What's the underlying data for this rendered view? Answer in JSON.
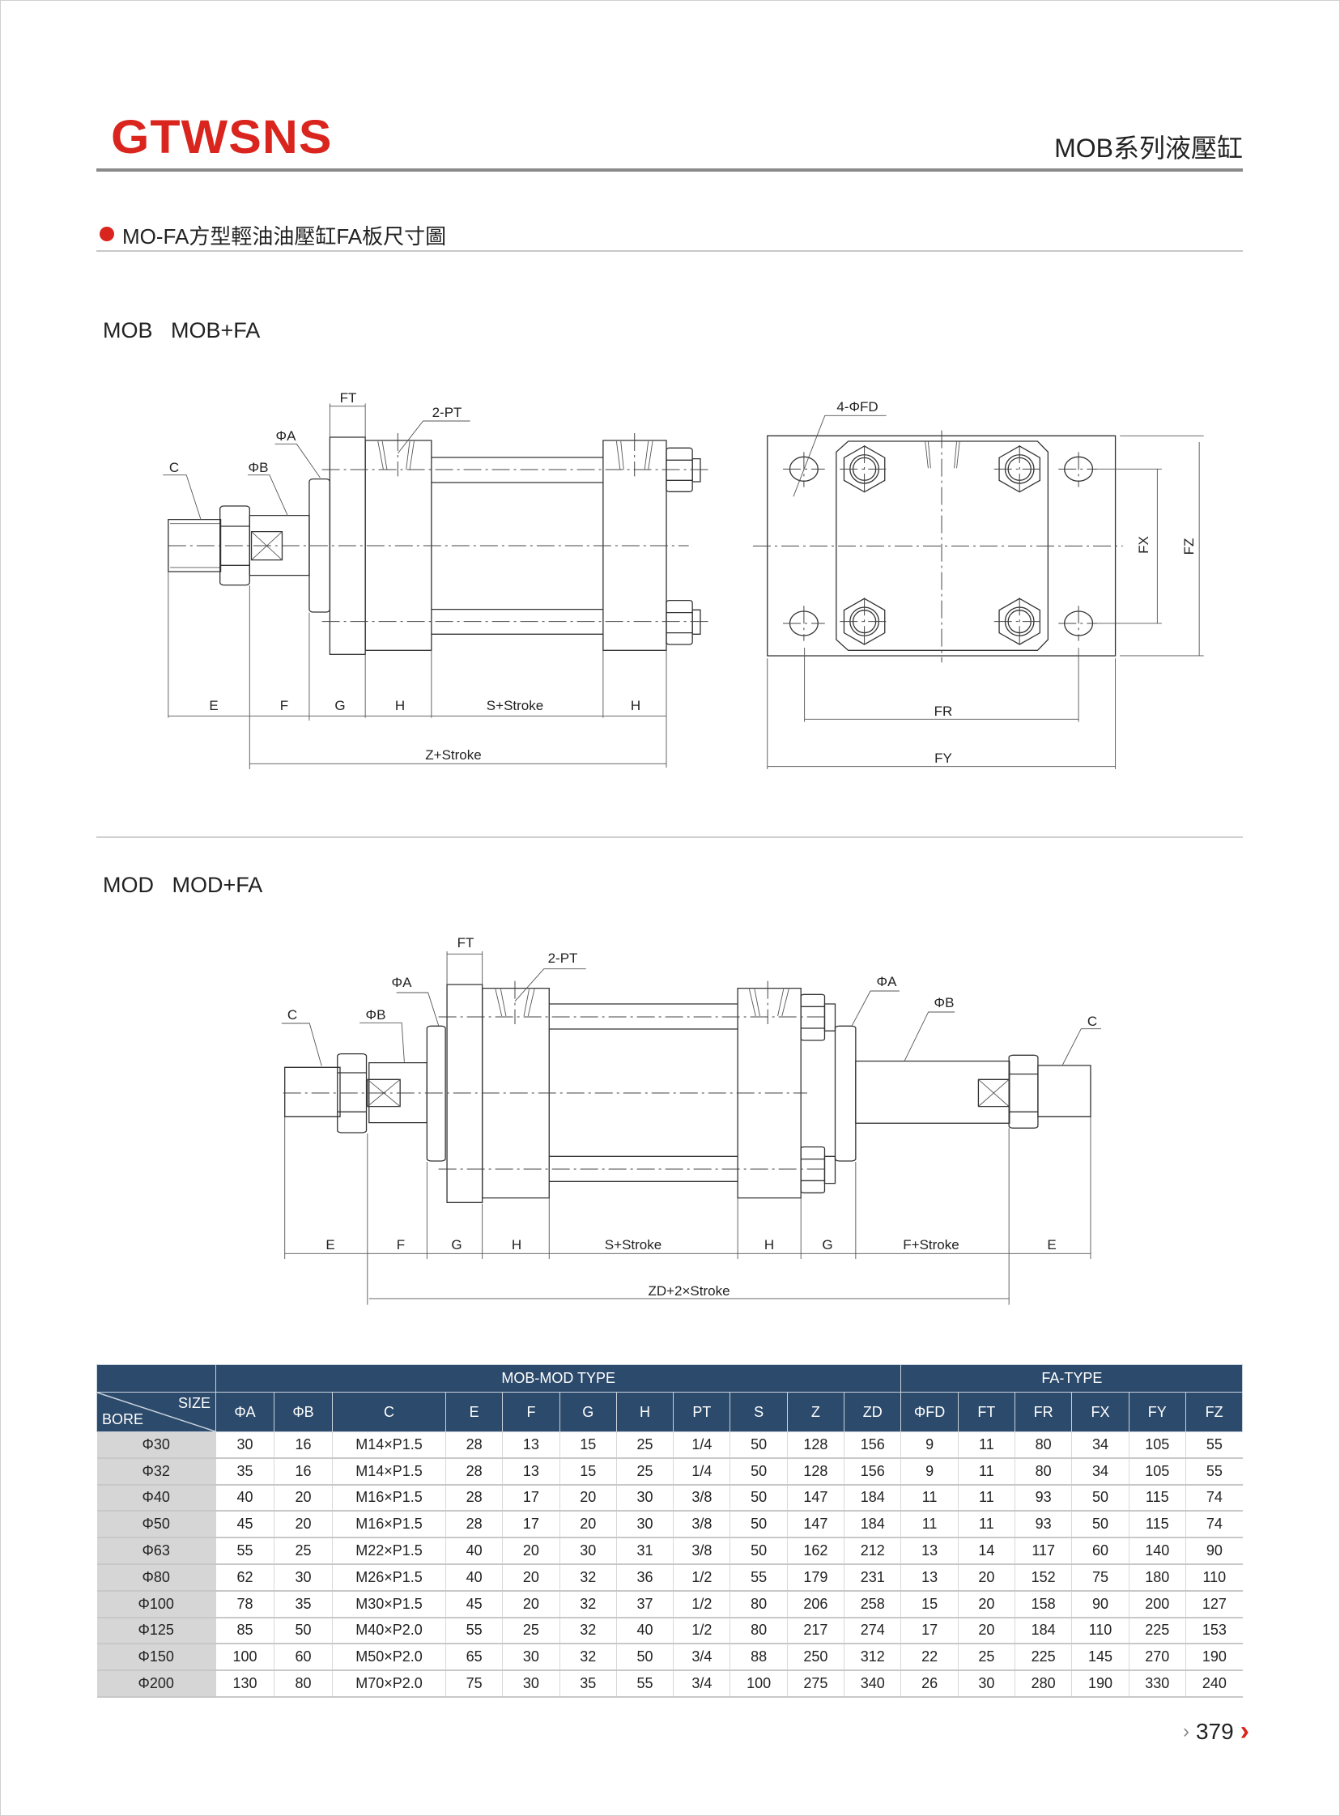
{
  "header": {
    "brand": "GTWSNS",
    "series_title": "MOB系列液壓缸"
  },
  "section": {
    "title": "MO-FA方型輕油油壓缸FA板尺寸圖"
  },
  "diagram1": {
    "title": "MOB   MOB+FA",
    "labels": {
      "ft": "FT",
      "pt": "2-PT",
      "phi_a": "ΦA",
      "phi_b": "ΦB",
      "c": "C",
      "e": "E",
      "f": "F",
      "g": "G",
      "h1": "H",
      "s_stroke": "S+Stroke",
      "h2": "H",
      "z_stroke": "Z+Stroke"
    },
    "front_labels": {
      "fd": "4-ΦFD",
      "fx": "FX",
      "fz": "FZ",
      "fr": "FR",
      "fy": "FY"
    }
  },
  "diagram2": {
    "title": "MOD   MOD+FA",
    "labels": {
      "ft": "FT",
      "pt": "2-PT",
      "phi_a_left": "ΦA",
      "phi_b_left": "ΦB",
      "c_left": "C",
      "phi_a_right": "ΦA",
      "phi_b_right": "ΦB",
      "c_right": "C",
      "e1": "E",
      "f1": "F",
      "g1": "G",
      "h1": "H",
      "s_stroke": "S+Stroke",
      "h2": "H",
      "g2": "G",
      "f_stroke": "F+Stroke",
      "e2": "E",
      "zd_stroke": "ZD+2×Stroke"
    }
  },
  "table": {
    "group_mob": "MOB-MOD TYPE",
    "group_fa": "FA-TYPE",
    "corner_size": "SIZE",
    "corner_bore": "BORE",
    "columns": [
      "ΦA",
      "ΦB",
      "C",
      "E",
      "F",
      "G",
      "H",
      "PT",
      "S",
      "Z",
      "ZD",
      "ΦFD",
      "FT",
      "FR",
      "FX",
      "FY",
      "FZ"
    ],
    "rows": [
      [
        "Φ30",
        "30",
        "16",
        "M14×P1.5",
        "28",
        "13",
        "15",
        "25",
        "1/4",
        "50",
        "128",
        "156",
        "9",
        "11",
        "80",
        "34",
        "105",
        "55"
      ],
      [
        "Φ32",
        "35",
        "16",
        "M14×P1.5",
        "28",
        "13",
        "15",
        "25",
        "1/4",
        "50",
        "128",
        "156",
        "9",
        "11",
        "80",
        "34",
        "105",
        "55"
      ],
      [
        "Φ40",
        "40",
        "20",
        "M16×P1.5",
        "28",
        "17",
        "20",
        "30",
        "3/8",
        "50",
        "147",
        "184",
        "11",
        "11",
        "93",
        "50",
        "115",
        "74"
      ],
      [
        "Φ50",
        "45",
        "20",
        "M16×P1.5",
        "28",
        "17",
        "20",
        "30",
        "3/8",
        "50",
        "147",
        "184",
        "11",
        "11",
        "93",
        "50",
        "115",
        "74"
      ],
      [
        "Φ63",
        "55",
        "25",
        "M22×P1.5",
        "40",
        "20",
        "30",
        "31",
        "3/8",
        "50",
        "162",
        "212",
        "13",
        "14",
        "117",
        "60",
        "140",
        "90"
      ],
      [
        "Φ80",
        "62",
        "30",
        "M26×P1.5",
        "40",
        "20",
        "32",
        "36",
        "1/2",
        "55",
        "179",
        "231",
        "13",
        "20",
        "152",
        "75",
        "180",
        "110"
      ],
      [
        "Φ100",
        "78",
        "35",
        "M30×P1.5",
        "45",
        "20",
        "32",
        "37",
        "1/2",
        "80",
        "206",
        "258",
        "15",
        "20",
        "158",
        "90",
        "200",
        "127"
      ],
      [
        "Φ125",
        "85",
        "50",
        "M40×P2.0",
        "55",
        "25",
        "32",
        "40",
        "1/2",
        "80",
        "217",
        "274",
        "17",
        "20",
        "184",
        "110",
        "225",
        "153"
      ],
      [
        "Φ150",
        "100",
        "60",
        "M50×P2.0",
        "65",
        "30",
        "32",
        "50",
        "3/4",
        "88",
        "250",
        "312",
        "22",
        "25",
        "225",
        "145",
        "270",
        "190"
      ],
      [
        "Φ200",
        "130",
        "80",
        "M70×P2.0",
        "75",
        "30",
        "35",
        "55",
        "3/4",
        "100",
        "275",
        "340",
        "26",
        "30",
        "280",
        "190",
        "330",
        "240"
      ]
    ]
  },
  "footer": {
    "page_number": "379"
  },
  "colors": {
    "brand_red": "#d9251d",
    "table_header": "#2c4a6b",
    "bore_column": "#d6d6d6"
  }
}
